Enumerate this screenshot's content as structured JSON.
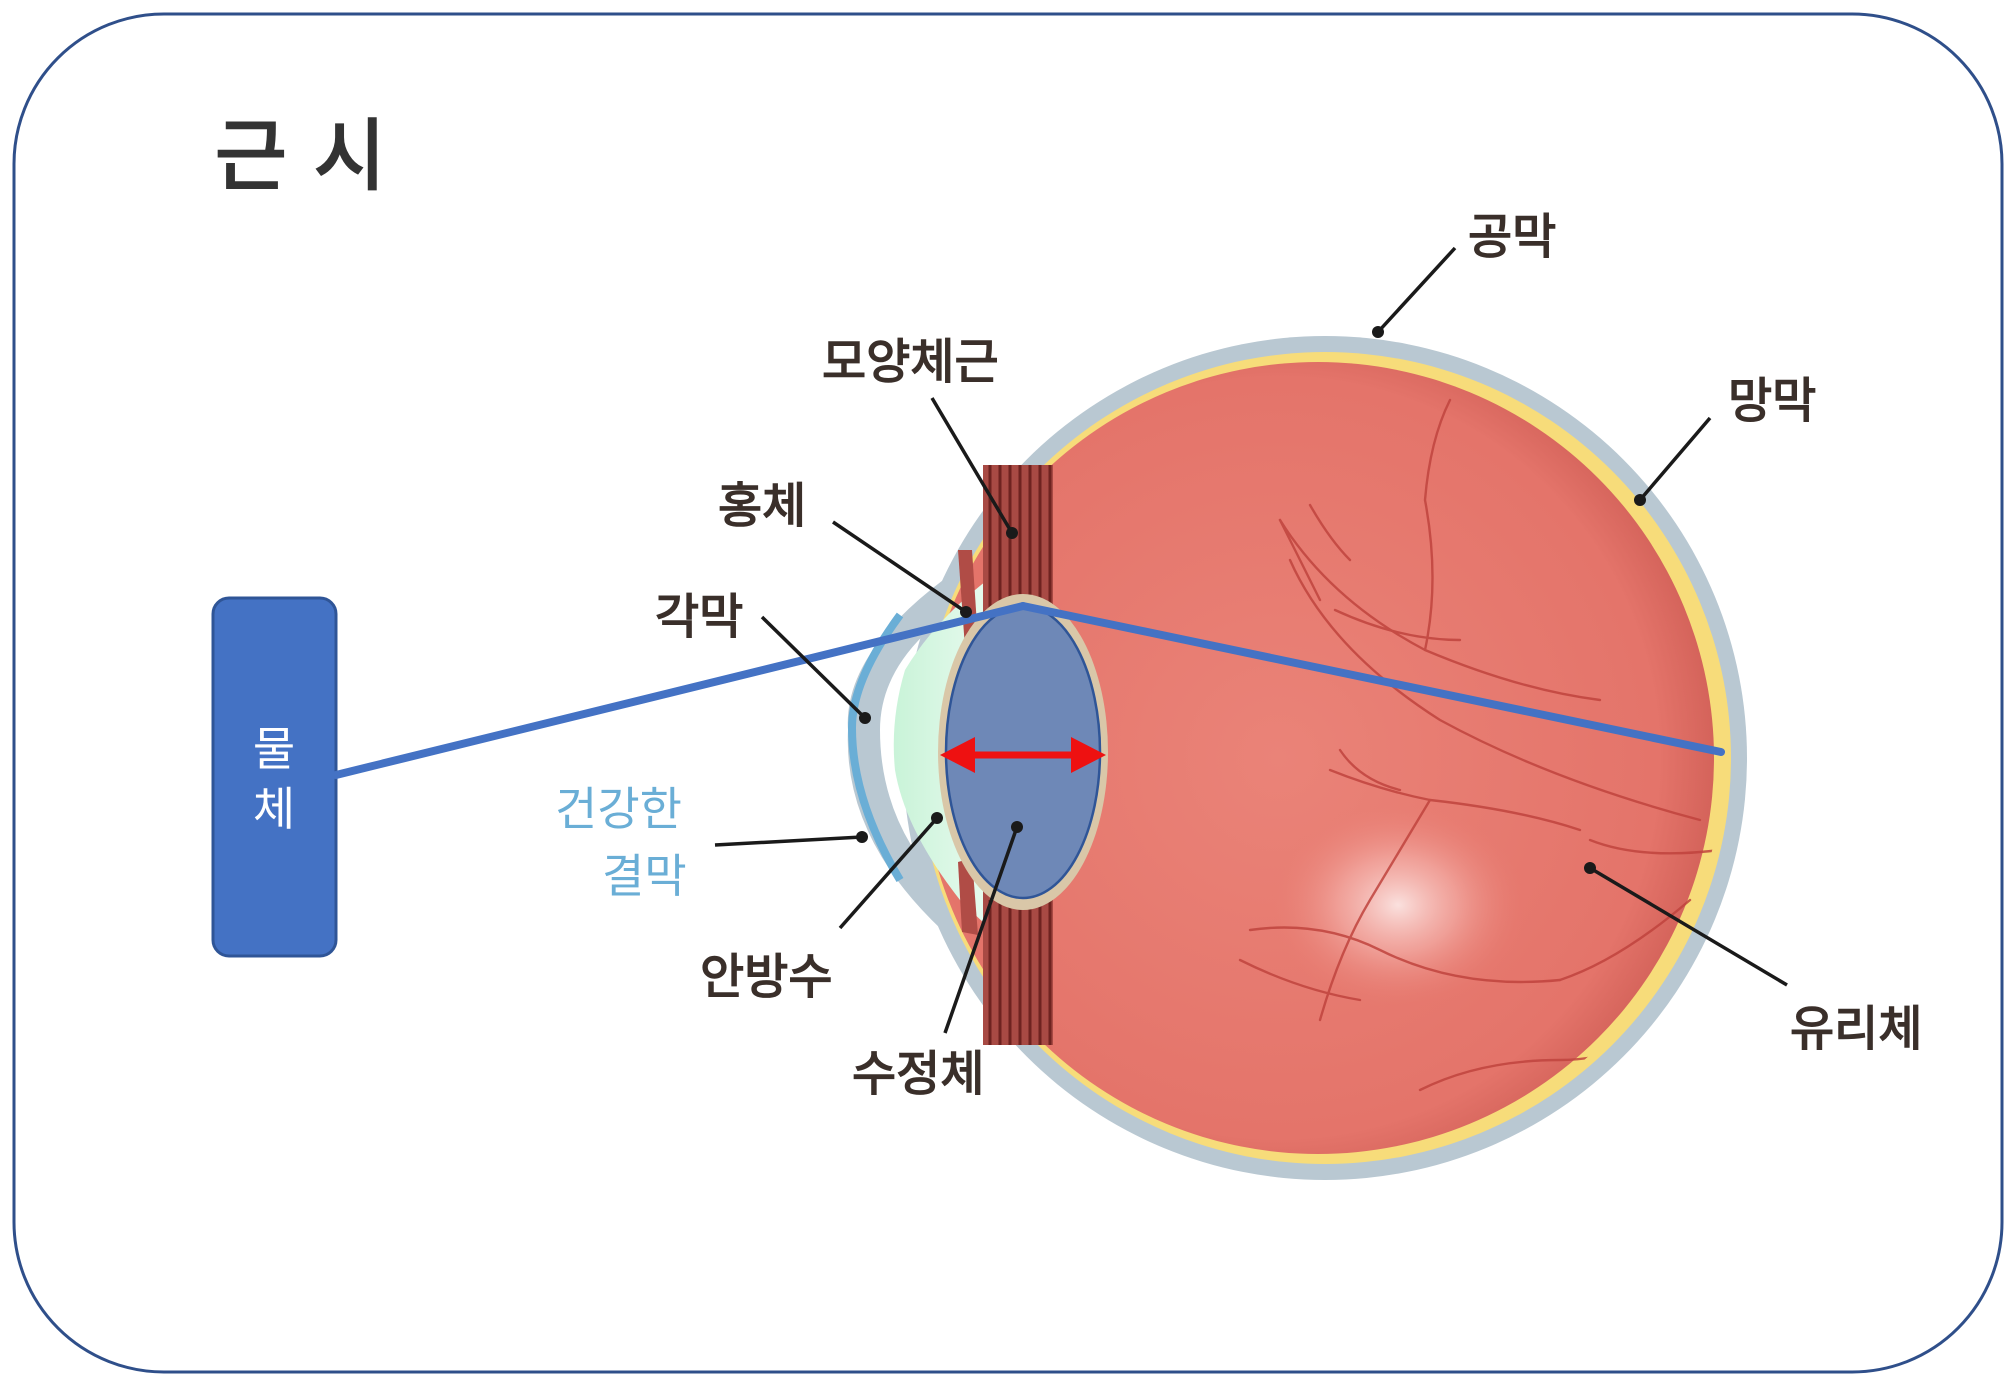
{
  "title": "근 시",
  "object_box": {
    "line1": "물",
    "line2": "체"
  },
  "labels": {
    "sclera": "공막",
    "retina": "망막",
    "ciliary_muscle": "모양체근",
    "iris": "홍체",
    "cornea": "각막",
    "conjunctiva_line1": "건강한",
    "conjunctiva_line2": "결막",
    "aqueous_humor": "안방수",
    "lens": "수정체",
    "vitreous_body": "유리체"
  },
  "colors": {
    "frame": "#2f4f8a",
    "object_box": "#4472c4",
    "object_box_border": "#2f5597",
    "ray": "#4472c4",
    "arrow": "#ee1111",
    "sclera": "#b9c8d2",
    "retina": "#f7dc7a",
    "eye_interior": "#e8796d",
    "conjunctiva_text": "#6aaed6",
    "label_text": "#3a2f2a"
  },
  "icons": {
    "thickness_arrow": "double-headed-arrow-icon"
  }
}
